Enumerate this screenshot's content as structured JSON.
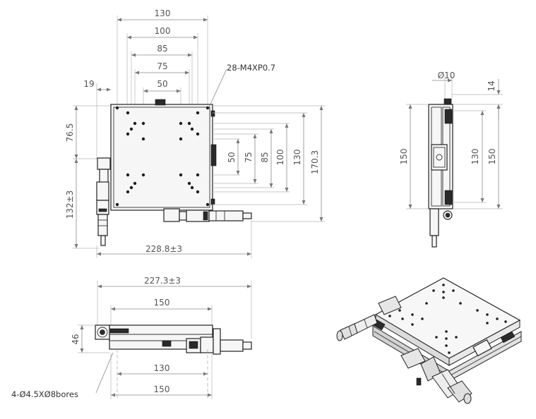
{
  "top_view": {
    "width_dims": [
      "130",
      "100",
      "85",
      "75",
      "50"
    ],
    "offset_dim": "19",
    "left_dims": [
      "76.5",
      "132±3"
    ],
    "right_dims": [
      "50",
      "75",
      "85",
      "100",
      "130",
      "170.3"
    ],
    "overall_width": "228.8±3",
    "tap_note": "28-M4XP0.7"
  },
  "side_view": {
    "diameter_dim": "Ø10",
    "top_dim": "14",
    "height_dims": [
      "150",
      "130",
      "150"
    ]
  },
  "front_view": {
    "overall_width": "227.3±3",
    "top_dim": "150",
    "height_dim": "46",
    "bottom_dims": [
      "130",
      "150"
    ],
    "bore_note": "4-Ø4.5XØ8bores"
  }
}
